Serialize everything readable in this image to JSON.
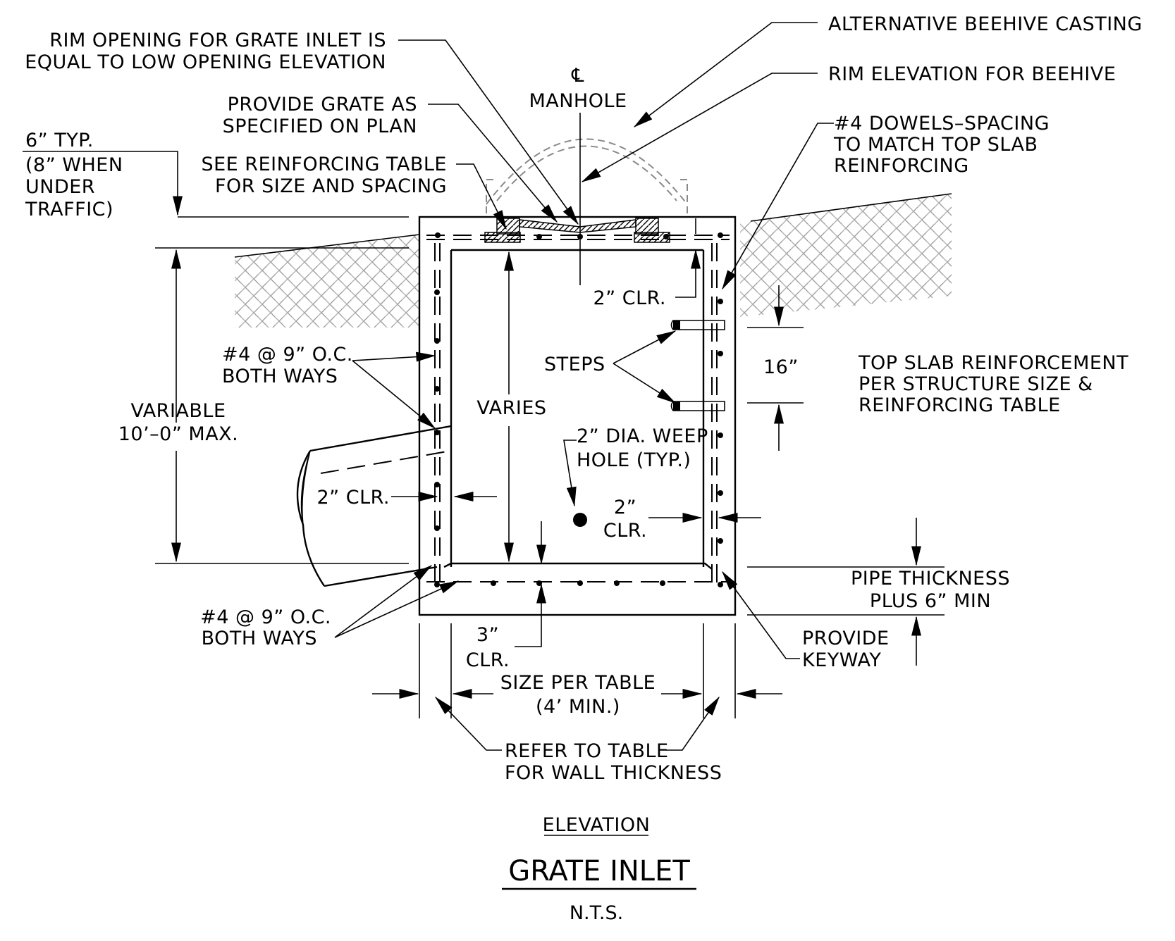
{
  "labels": {
    "rim_opening_l1": "RIM OPENING FOR GRATE INLET IS",
    "rim_opening_l2": "EQUAL TO LOW OPENING ELEVATION",
    "alt_beehive": "ALTERNATIVE BEEHIVE CASTING",
    "rim_beehive": "RIM ELEVATION FOR BEEHIVE",
    "cl_symbol": "℄",
    "manhole": "MANHOLE",
    "grate_l1": "PROVIDE GRATE AS",
    "grate_l2": "SPECIFIED ON PLAN",
    "typ_l1": "6” TYP.",
    "typ_l2": "(8” WHEN",
    "typ_l3": "UNDER",
    "typ_l4": "TRAFFIC)",
    "reinf_l1": "SEE REINFORCING TABLE",
    "reinf_l2": "FOR SIZE AND SPACING",
    "dowels_l1": "#4 DOWELS–SPACING",
    "dowels_l2": "TO MATCH TOP SLAB",
    "dowels_l3": "REINFORCING",
    "clr_top": "2” CLR.",
    "rebar_top_l1": "#4 @ 9” O.C.",
    "rebar_top_l2": "BOTH WAYS",
    "steps": "STEPS",
    "sixteen": "16”",
    "topslab_l1": "TOP SLAB REINFORCEMENT",
    "topslab_l2": "PER STRUCTURE SIZE &",
    "topslab_l3": "REINFORCING TABLE",
    "variable_l1": "VARIABLE",
    "variable_l2": "10’–0” MAX.",
    "varies": "VARIES",
    "weep_l1": "2” DIA. WEEP",
    "weep_l2": "HOLE (TYP.)",
    "clr_left": "2” CLR.",
    "clr_right_l1": "2”",
    "clr_right_l2": "CLR.",
    "pipe_l1": "PIPE THICKNESS",
    "pipe_l2": "PLUS 6” MIN",
    "rebar_bot_l1": "#4 @ 9” O.C.",
    "rebar_bot_l2": "BOTH WAYS",
    "clr3_l1": "3”",
    "clr3_l2": "CLR.",
    "keyway_l1": "PROVIDE",
    "keyway_l2": "KEYWAY",
    "size_l1": "SIZE PER TABLE",
    "size_l2": "(4’ MIN.)",
    "wall_l1": "REFER TO TABLE",
    "wall_l2": "FOR WALL THICKNESS",
    "elevation": "ELEVATION",
    "title": "GRATE INLET",
    "nts": "N.T.S."
  }
}
